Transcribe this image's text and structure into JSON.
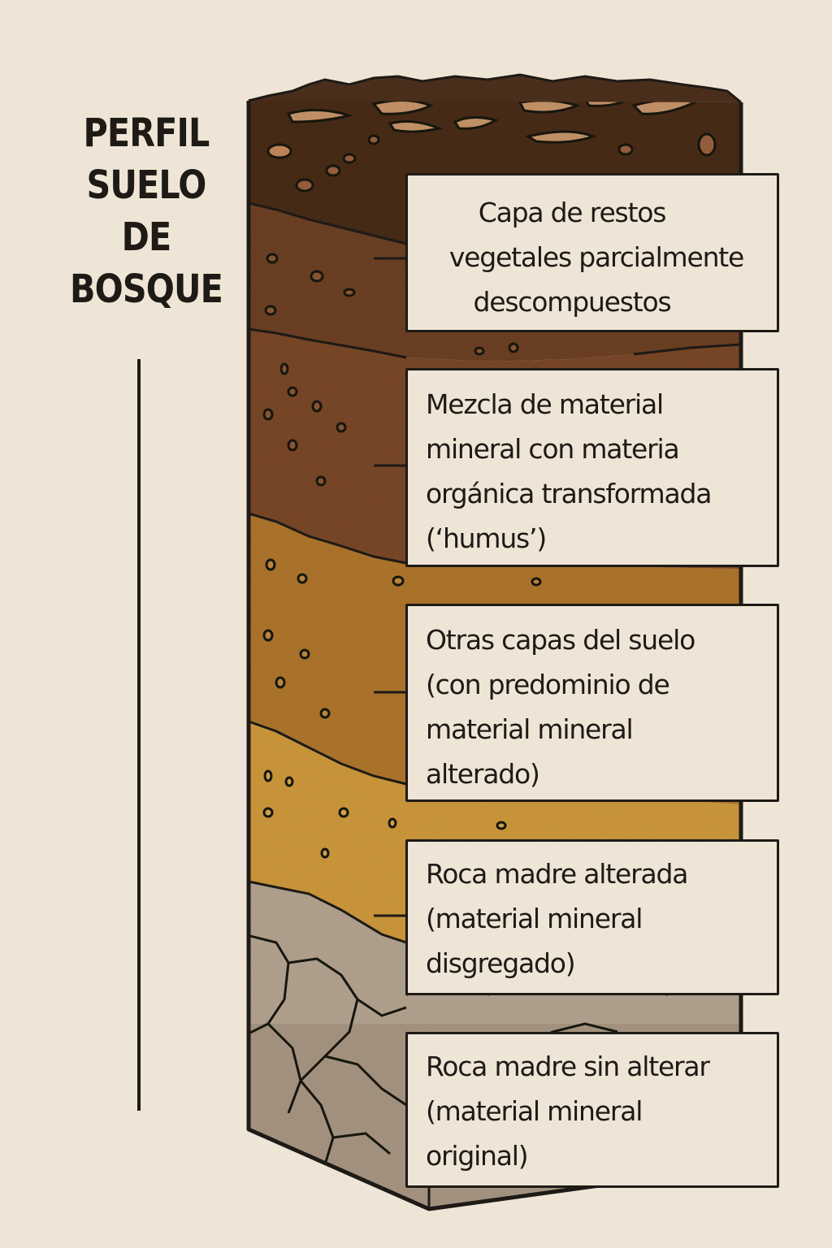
{
  "title": {
    "lines": [
      "PERFIL",
      "SUELO",
      "DE",
      "BOSQUE"
    ]
  },
  "colors": {
    "background": "#efe5d6",
    "outline": "#1e1a16",
    "layer_litter": "#4a2e1c",
    "layer_O": "#6e4328",
    "layer_A": "#7a4a2c",
    "layer_B": "#b0772e",
    "layer_B2": "#cf9a3e",
    "layer_C": "#b5a592",
    "layer_R": "#a99783"
  },
  "labels": [
    {
      "id": "horizon-O",
      "lines": [
        "Capa de restos",
        "vegetales parcialmente",
        "descompuestos"
      ]
    },
    {
      "id": "horizon-A",
      "lines": [
        "Mezcla de material",
        "mineral con materia",
        "orgánica transformada",
        "(‘humus’)"
      ]
    },
    {
      "id": "horizon-B",
      "lines": [
        "Otras capas del suelo",
        "(con predominio de",
        "material mineral",
        "alterado)"
      ]
    },
    {
      "id": "horizon-C",
      "lines": [
        "Roca madre alterada",
        "(material mineral",
        "disgregado)"
      ]
    },
    {
      "id": "horizon-R",
      "lines": [
        "Roca madre sin alterar",
        "(material mineral",
        "original)"
      ]
    }
  ]
}
